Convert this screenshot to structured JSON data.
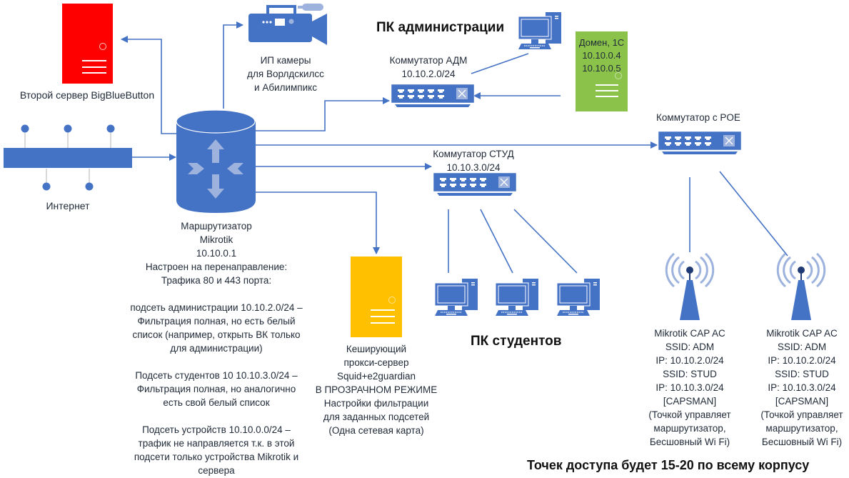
{
  "colors": {
    "primary": "#4472C4",
    "light": "#9DB3DD",
    "wire": "#4472C4",
    "server_red": "#FF0000",
    "server_green": "#8BC34A",
    "server_yellow": "#FFC000"
  },
  "nodes": {
    "bbb_server": {
      "icon": "server-icon",
      "label": "Второй сервер BigBlueButton"
    },
    "cameras": {
      "icon": "video-camera-icon",
      "lines": [
        "ИП камеры",
        "для Ворлдскилсс",
        "и Абилимпикс"
      ]
    },
    "admin_title": "ПК администрации",
    "admin_switch": {
      "icon": "network-switch-icon",
      "lines": [
        "Коммутатор АДМ",
        "10.10.2.0/24"
      ]
    },
    "admin_pc": {
      "icon": "desktop-pc-icon"
    },
    "domain_server": {
      "icon": "server-icon",
      "lines": [
        "Домен, 1С",
        "10.10.0.4",
        "10.10.0.5"
      ]
    },
    "poe_switch": {
      "icon": "network-switch-icon",
      "label": "Коммутатор с POE"
    },
    "internet": {
      "icon": "network-bus-icon",
      "label": "Интернет"
    },
    "router": {
      "icon": "router-icon",
      "lines": [
        "Маршрутизатор",
        "Mikrotik",
        "10.10.0.1",
        "Настроен на перенаправление:",
        "Трафика 80 и 443 порта:"
      ],
      "notes": [
        [
          "подсеть администрации 10.10.2.0/24 –",
          "Фильтрация полная, но есть белый",
          "список (например, открыть ВК только",
          "для администрации)"
        ],
        [
          "Подсеть студентов 10 10.10.3.0/24 –",
          "Фильтрация полная, но аналогично",
          "есть свой белый список"
        ],
        [
          "Подсеть устройств  10.10.0.0/24 –",
          "трафик не направляется т.к. в этой",
          "подсети только устройства Mikrotik и",
          "сервера"
        ]
      ]
    },
    "stud_switch": {
      "icon": "network-switch-icon",
      "lines": [
        "Коммутатор СТУД",
        "10.10.3.0/24"
      ]
    },
    "proxy": {
      "icon": "server-icon",
      "lines": [
        "Кеширующий",
        "прокси-сервер",
        "Squid+e2guardian",
        "В ПРОЗРАЧНОМ РЕЖИМЕ",
        "Настройки фильтрации",
        "для заданных подсетей",
        "(Одна сетевая карта)"
      ]
    },
    "student_pcs": {
      "icon": "desktop-pc-icon",
      "count": 3,
      "title": "ПК студентов"
    },
    "access_points": [
      {
        "icon": "wireless-tower-icon",
        "lines": [
          "Mikrotik CAP AC",
          "SSID: ADM",
          "IP: 10.10.2.0/24",
          "SSID: STUD",
          "IP: 10.10.3.0/24",
          "[CAPSMAN]",
          "(Точкой управляет",
          "маршрутизатор,",
          "Бесшовный Wi Fi)"
        ]
      },
      {
        "icon": "wireless-tower-icon",
        "lines": [
          "Mikrotik CAP AC",
          "SSID: ADM",
          "IP: 10.10.2.0/24",
          "SSID: STUD",
          "IP: 10.10.3.0/24",
          "[CAPSMAN]",
          "(Точкой управляет",
          "маршрутизатор,",
          "Бесшовный Wi Fi)"
        ]
      }
    ],
    "footer_note": "Точек доступа будет 15-20 по всему корпусу"
  }
}
